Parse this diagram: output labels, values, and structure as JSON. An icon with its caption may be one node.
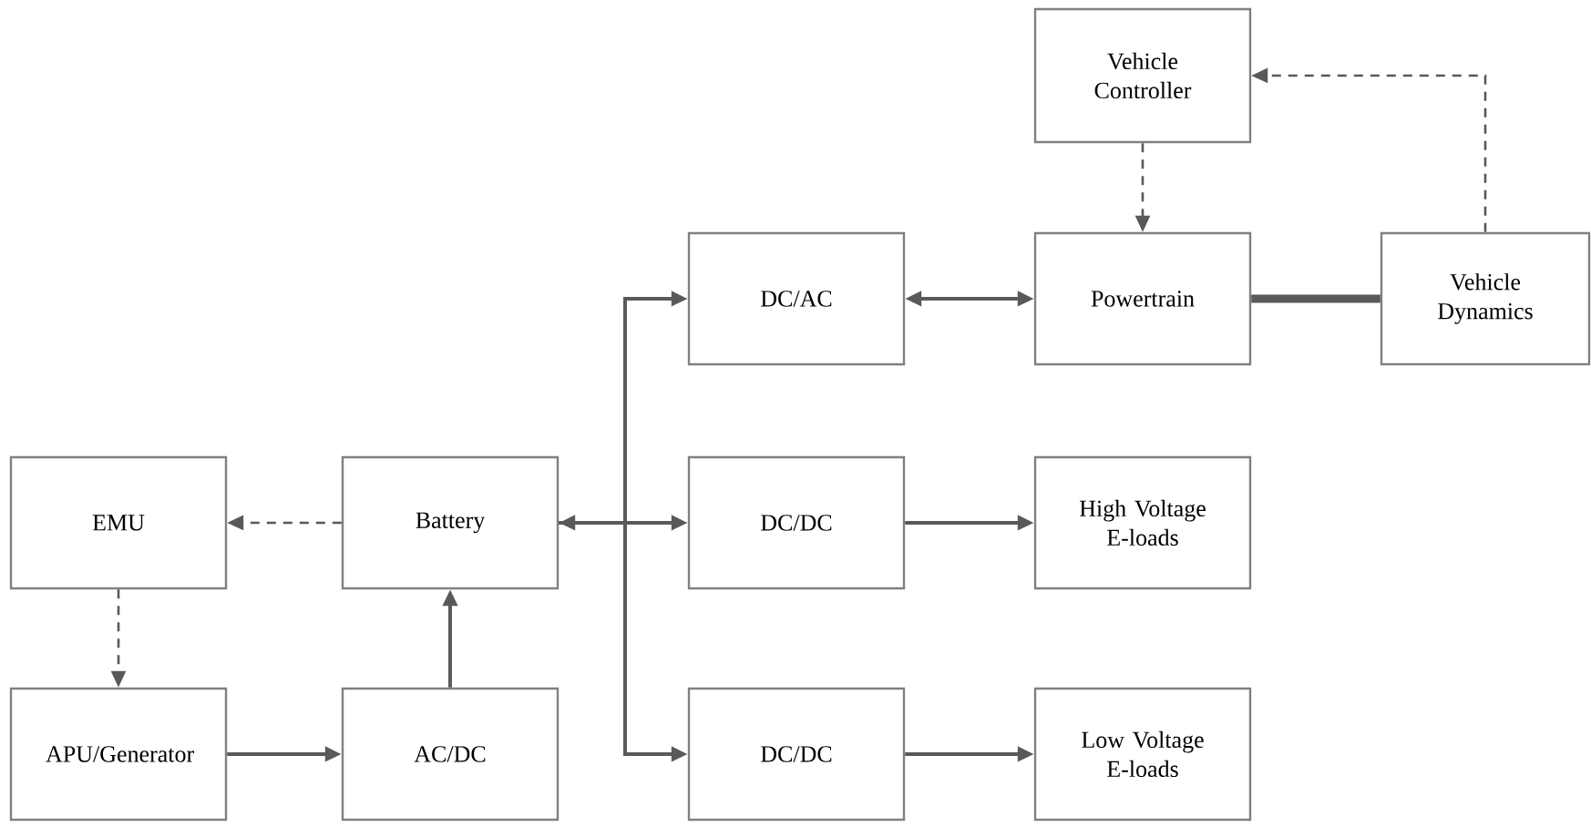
{
  "diagram": {
    "nodes": [
      {
        "text": [
          "Vehicle Controller"
        ]
      },
      {
        "text": [
          "DC/AC"
        ]
      },
      {
        "text": [
          "Powertrain"
        ]
      },
      {
        "text": [
          "Vehicle Dynamics"
        ]
      },
      {
        "text": [
          "EMU"
        ]
      },
      {
        "text": [
          "Battery"
        ]
      },
      {
        "text": [
          "DC/DC"
        ]
      },
      {
        "text": [
          "High Voltage E-loads"
        ]
      },
      {
        "text": [
          "APU/Generator"
        ]
      },
      {
        "text": [
          "AC/DC"
        ]
      },
      {
        "text": [
          "DC/DC"
        ]
      },
      {
        "text": [
          "Low Voltage E-loads"
        ]
      }
    ],
    "edges": [
      {
        "from": 0,
        "to": 2,
        "arrow": "to",
        "style": "dashed"
      },
      {
        "from": 3,
        "to": 0,
        "arrow": "to",
        "style": "dashed"
      },
      {
        "from": 1,
        "to": 2,
        "arrow": "both"
      },
      {
        "from": 2,
        "to": 3,
        "arrow": "none",
        "style": "thick"
      },
      {
        "from": 5,
        "to": 4,
        "arrow": "to",
        "style": "dashed"
      },
      {
        "from": 4,
        "to": 8,
        "arrow": "to",
        "style": "dashed"
      },
      {
        "from": 8,
        "to": 9,
        "arrow": "to"
      },
      {
        "from": 9,
        "to": 5,
        "arrow": "to"
      },
      {
        "from": 5,
        "to": 1,
        "arrow": "to"
      },
      {
        "from": 5,
        "to": 6,
        "arrow": "both"
      },
      {
        "from": 5,
        "to": 10,
        "arrow": "to"
      },
      {
        "from": 6,
        "to": 7,
        "arrow": "to"
      },
      {
        "from": 10,
        "to": 11,
        "arrow": "to"
      }
    ]
  }
}
